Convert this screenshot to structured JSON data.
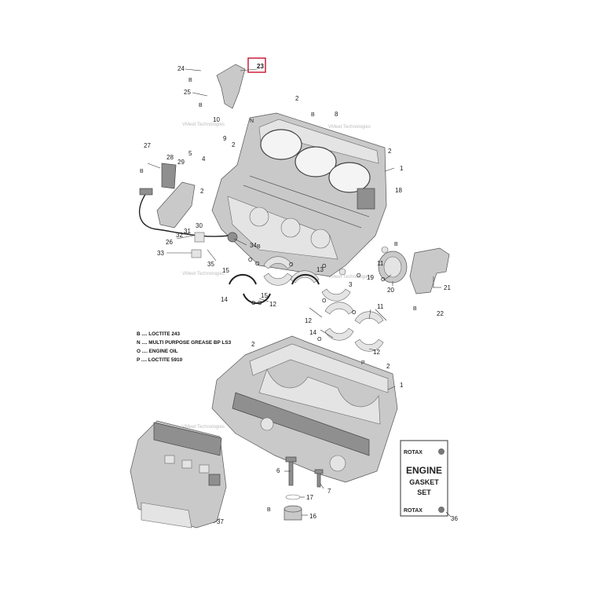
{
  "callouts": {
    "c1a": "1",
    "c1b": "1",
    "c2a": "2",
    "c2b": "2",
    "c2c": "2",
    "c2d": "2",
    "c2e": "2",
    "c2f": "2",
    "c3": "3",
    "c4": "4",
    "c5": "5",
    "c6": "6",
    "c7": "7",
    "c8": "8",
    "c9": "9",
    "c10": "10",
    "c11a": "11",
    "c11b": "11",
    "c12a": "12",
    "c12b": "12",
    "c12c": "12",
    "c13": "13",
    "c14a": "14",
    "c14b": "14",
    "c15a": "15",
    "c15b": "15",
    "c16": "16",
    "c17": "17",
    "c18": "18",
    "c19": "19",
    "c20": "20",
    "c21": "21",
    "c22": "22",
    "c23": "23",
    "c24": "24",
    "c25": "25",
    "c26": "26",
    "c27": "27",
    "c28": "28",
    "c29": "29",
    "c30": "30",
    "c31": "31",
    "c32": "32",
    "c33": "33",
    "c34": "34",
    "c35": "35",
    "c36": "36",
    "c37": "37"
  },
  "symbols": {
    "B": "B",
    "N": "N",
    "O": "O",
    "P": "P"
  },
  "legend": [
    "B .... LOCTITE 243",
    "N .... MULTI PURPOSE GREASE BP LS3",
    "O .... ENGINE OIL",
    "P .... LOCTITE 5910"
  ],
  "gasket_kit": {
    "brand_top": "ROTAX",
    "title": "ENGINE",
    "line2": "GASKET",
    "line3": "SET",
    "brand_bottom": "ROTAX"
  },
  "watermark": "VMeet Technologies",
  "colors": {
    "highlight_box": "#c8102e"
  }
}
